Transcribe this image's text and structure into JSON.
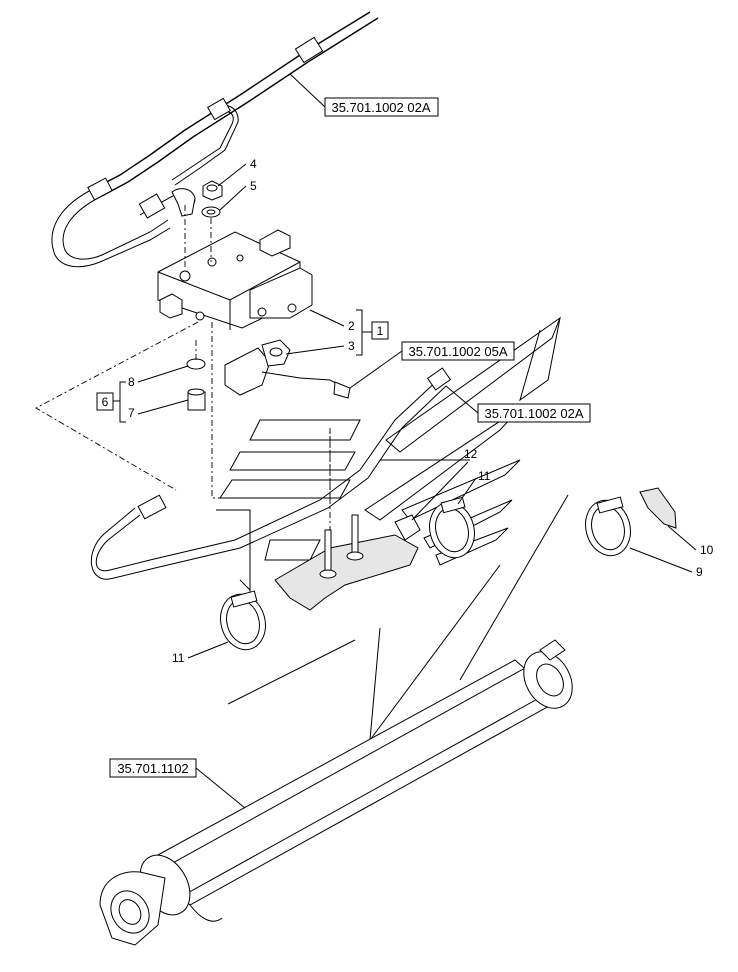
{
  "references": {
    "top": "35.701.1002 02A",
    "mid": "35.701.1002 05A",
    "right": "35.701.1002 02A",
    "cylinder": "35.701.1102"
  },
  "callouts": {
    "c1": "1",
    "c2": "2",
    "c3": "3",
    "c4": "4",
    "c5": "5",
    "c6": "6",
    "c7": "7",
    "c8": "8",
    "c9": "9",
    "c10": "10",
    "c11a": "11",
    "c11b": "11",
    "c12": "12"
  }
}
